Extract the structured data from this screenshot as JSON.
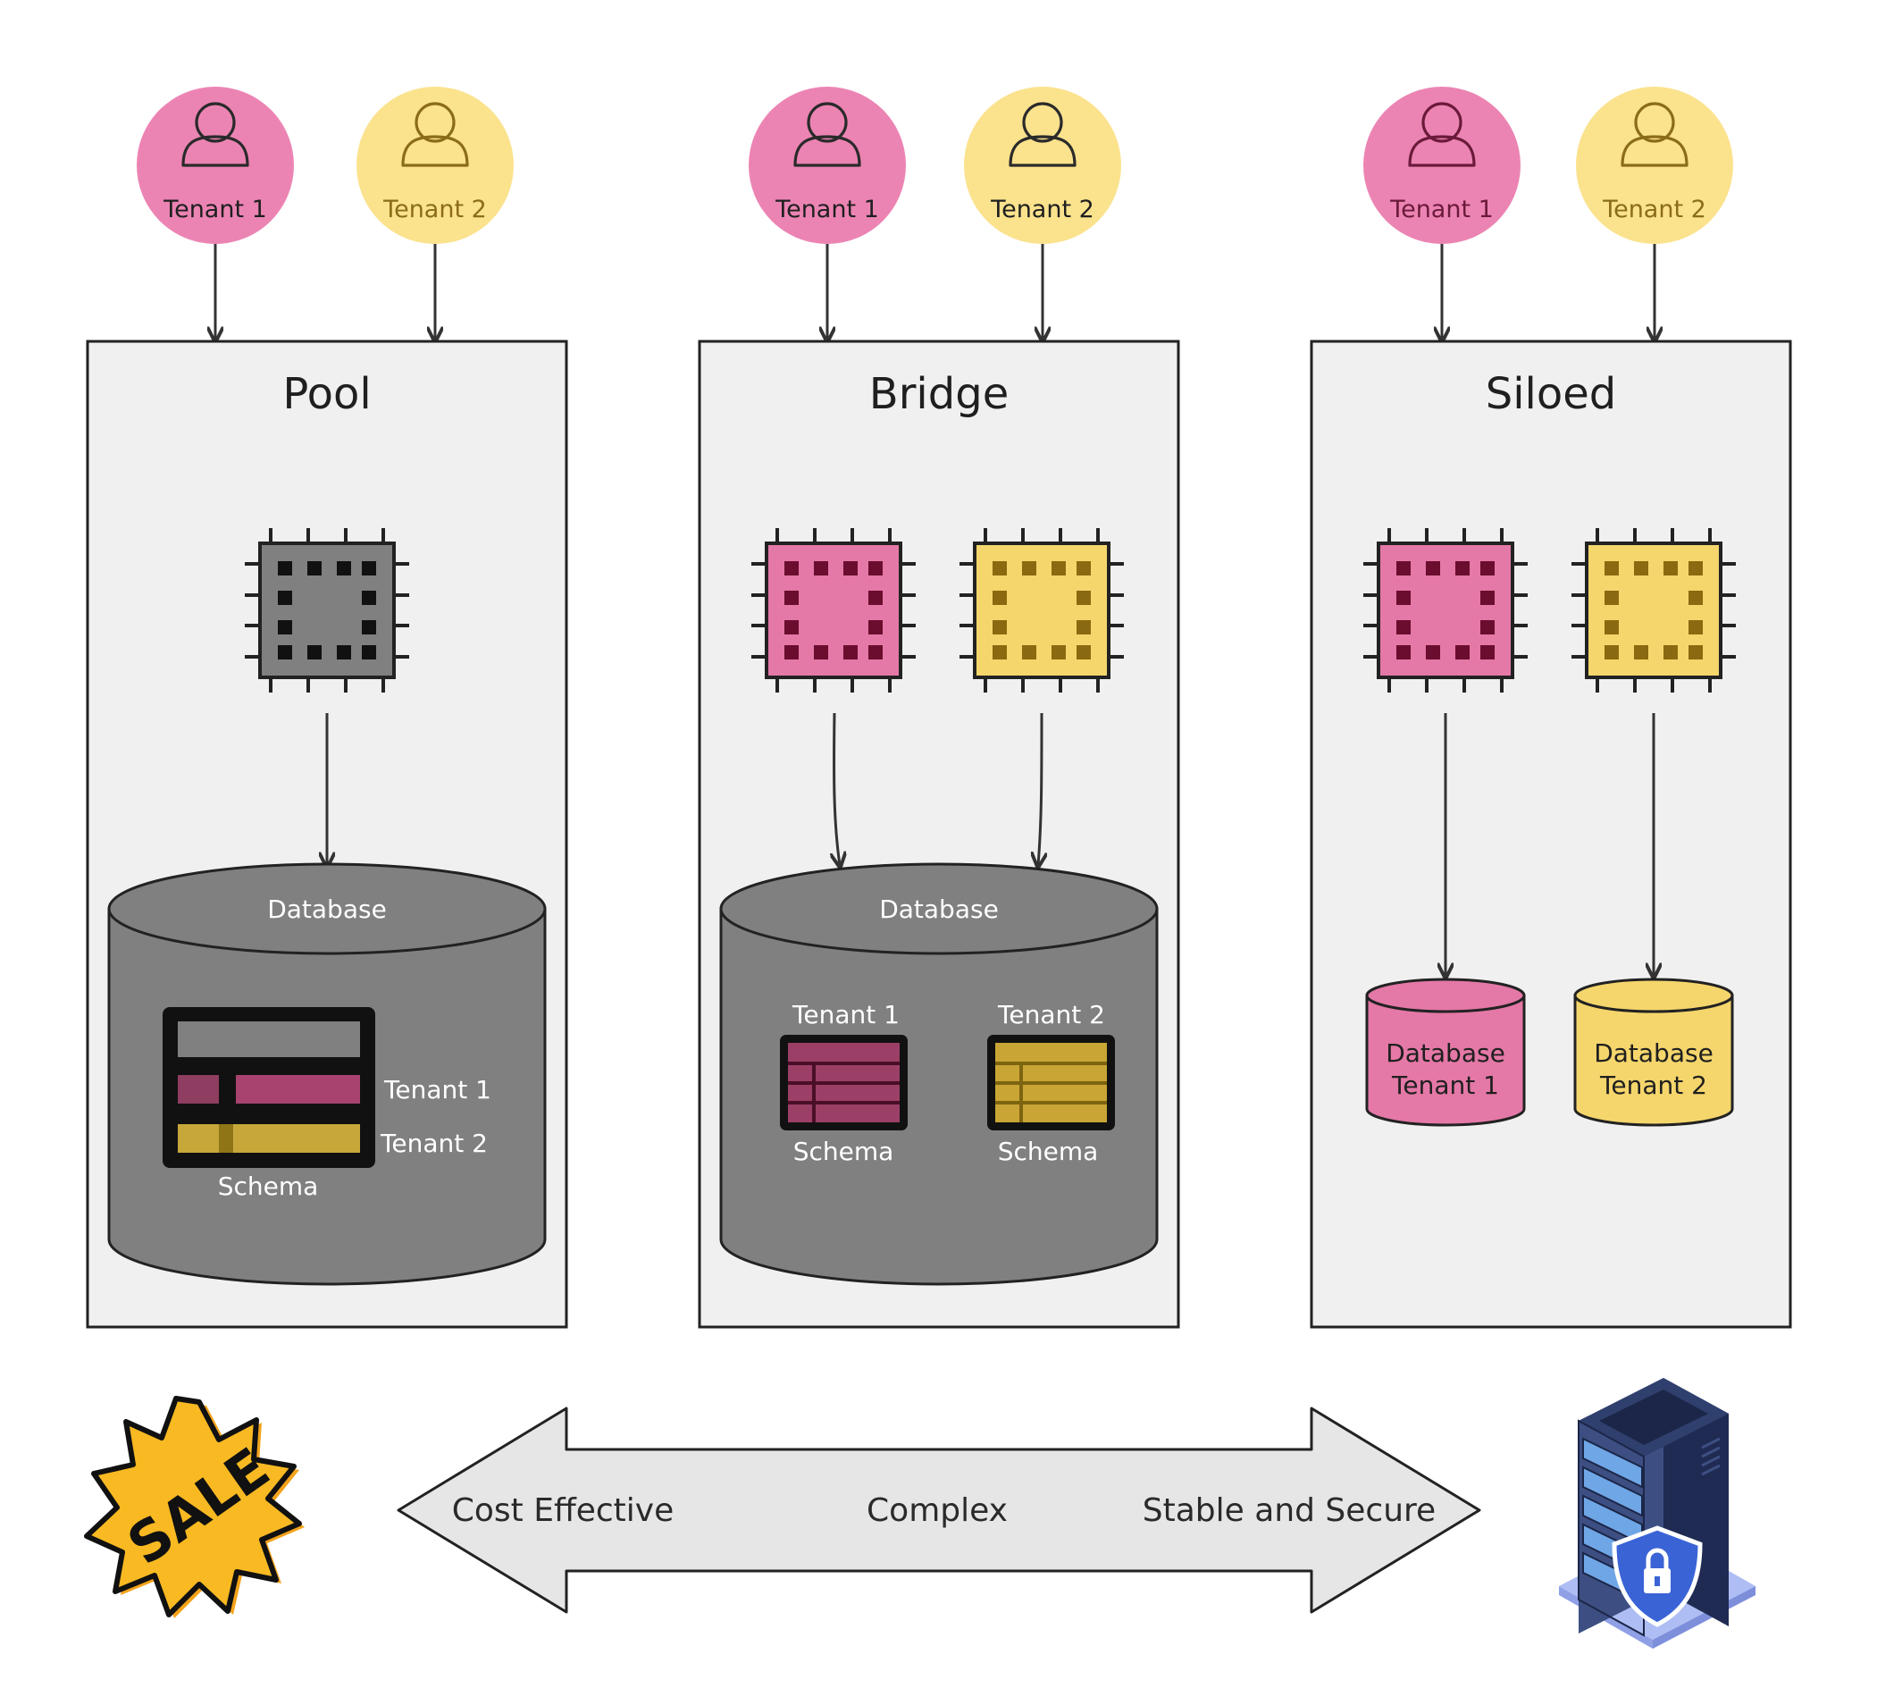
{
  "colors": {
    "tenant1_pink": "#ec84b3",
    "tenant2_yellow": "#fbe28d",
    "panel_fill": "#f0f0f0",
    "database_gray": "#808080",
    "chip_pink": "#e478a6",
    "chip_yellow": "#f5d66c",
    "schema_pink": "#9c3f66",
    "schema_yellow": "#c8a535"
  },
  "tenants": {
    "tenant1": "Tenant 1",
    "tenant2": "Tenant 2"
  },
  "panels": {
    "pool": {
      "title": "Pool",
      "database_label": "Database",
      "row1_label": "Tenant 1",
      "row2_label": "Tenant 2",
      "schema_label": "Schema"
    },
    "bridge": {
      "title": "Bridge",
      "database_label": "Database",
      "schema1_tenant": "Tenant 1",
      "schema2_tenant": "Tenant 2",
      "schema_label": "Schema"
    },
    "siloed": {
      "title": "Siloed",
      "db1_line1": "Database",
      "db1_line2": "Tenant 1",
      "db2_line1": "Database",
      "db2_line2": "Tenant 2"
    }
  },
  "spectrum": {
    "left_label": "Cost Effective",
    "center_label": "Complex",
    "right_label": "Stable and Secure"
  },
  "icons": {
    "user": "user-icon",
    "chip": "cpu-chip-icon",
    "database": "database-icon",
    "schema": "table-schema-icon",
    "sale_badge": "sale-badge-icon",
    "server": "secure-server-icon"
  },
  "sale_badge": {
    "text": "SALE"
  }
}
